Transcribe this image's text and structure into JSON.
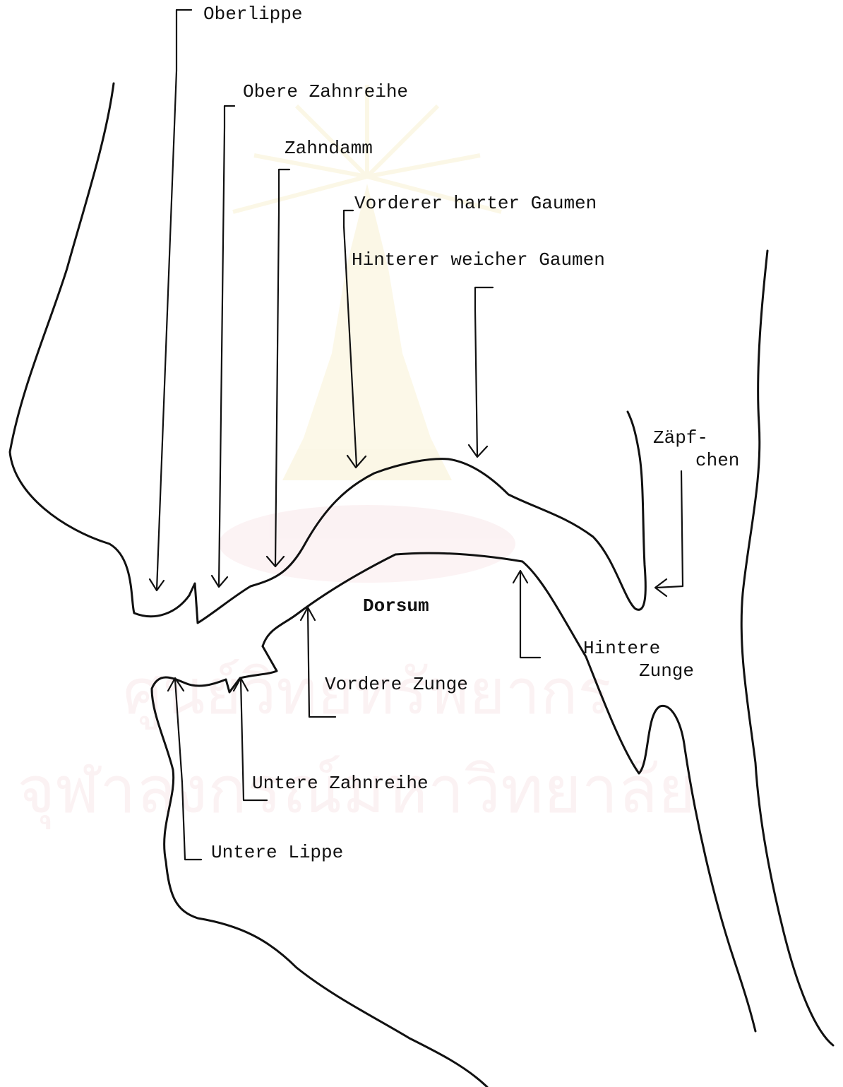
{
  "labels": {
    "oberlippe": "Oberlippe",
    "obere_zahnreihe": "Obere Zahnreihe",
    "zahndamm": "Zahndamm",
    "vorderer_harter_gaumen": "Vorderer harter Gaumen",
    "hinterer_weicher_gaumen": "Hinterer weicher Gaumen",
    "zaepfchen_1": "Zäpf-",
    "zaepfchen_2": "chen",
    "dorsum": "Dorsum",
    "hintere_zunge_1": "Hintere",
    "hintere_zunge_2": "Zunge",
    "vordere_zunge": "Vordere Zunge",
    "untere_zahnreihe": "Untere Zahnreihe",
    "untere_lippe": "Untere Lippe"
  },
  "watermark": {
    "line1": "ศูนย์วิทยทรัพยากร",
    "line2": "จุฬาลงกรณ์มหาวิทยาลัย",
    "color": "#e8a0a8",
    "emblem_color": "#e6c84a"
  },
  "colors": {
    "ink": "#111111",
    "background": "#ffffff"
  }
}
